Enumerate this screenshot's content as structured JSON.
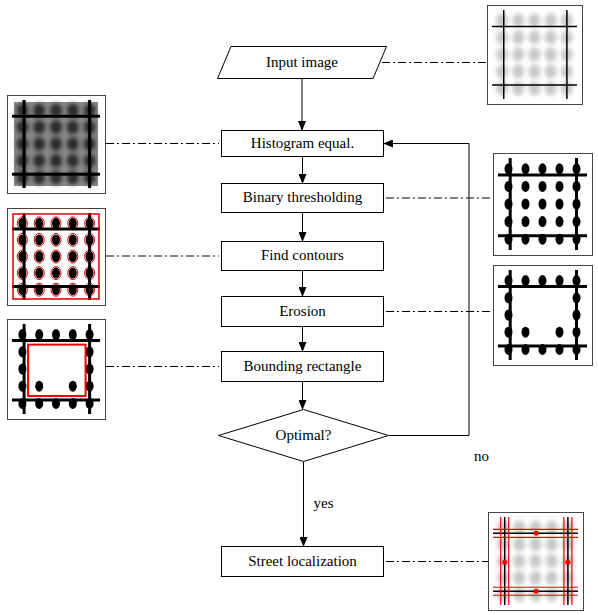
{
  "diagram": {
    "nodes": [
      {
        "text": [
          "Input image"
        ]
      },
      {
        "text": [
          "Histogram equal."
        ]
      },
      {
        "text": [
          "Binary thresholding"
        ]
      },
      {
        "text": [
          "Find contours"
        ]
      },
      {
        "text": [
          "Erosion"
        ]
      },
      {
        "text": [
          "Bounding rectangle"
        ]
      },
      {
        "text": [
          "Optimal?"
        ]
      },
      {
        "text": [
          "Street localization"
        ]
      }
    ],
    "edges": [
      {
        "from": 0,
        "to": 1,
        "arrow": "to"
      },
      {
        "from": 1,
        "to": 2,
        "arrow": "to"
      },
      {
        "from": 2,
        "to": 3,
        "arrow": "to"
      },
      {
        "from": 3,
        "to": 4,
        "arrow": "to"
      },
      {
        "from": 4,
        "to": 5,
        "arrow": "to"
      },
      {
        "from": 5,
        "to": 6,
        "arrow": "to"
      },
      {
        "from": 6,
        "to": 1,
        "label": "no",
        "arrow": "to"
      },
      {
        "from": 6,
        "to": 7,
        "label": "yes",
        "arrow": "to"
      }
    ]
  }
}
